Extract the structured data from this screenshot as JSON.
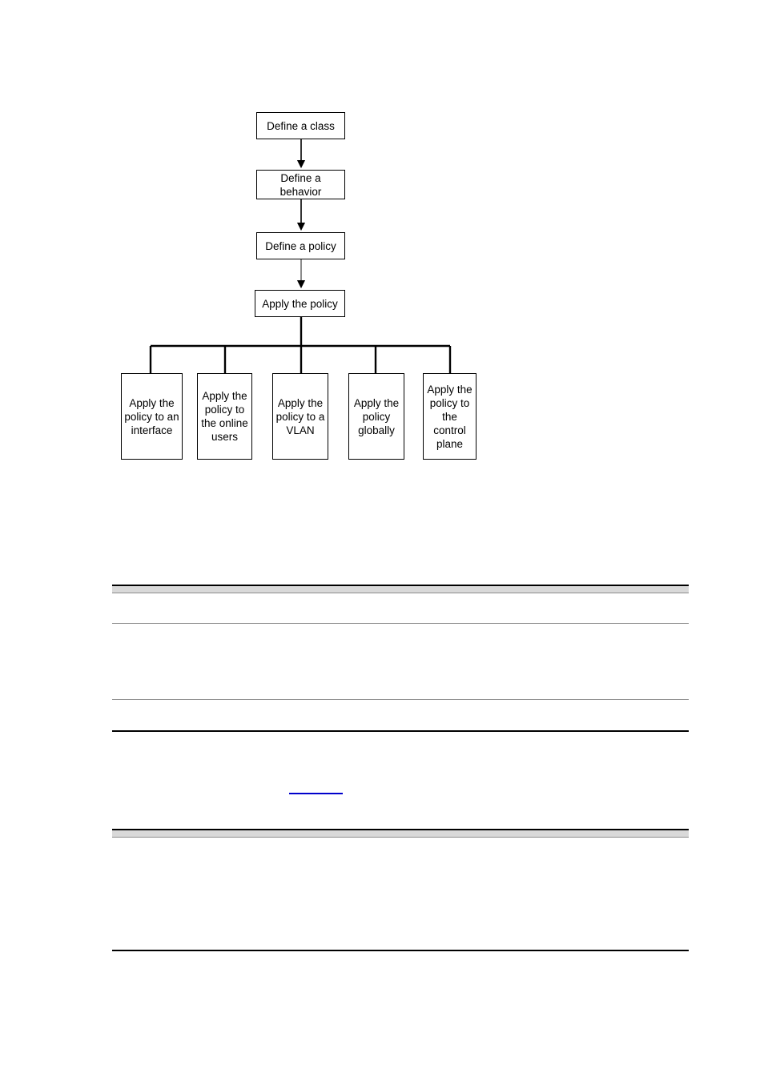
{
  "page": {
    "background_color": "#ffffff",
    "text_color": "#000000"
  },
  "flowchart": {
    "title": "",
    "type": "process-flow-tree",
    "colors": {
      "node_border": "#000000",
      "node_fill": "#ffffff",
      "connector": "#000000"
    },
    "chain": [
      {
        "id": "define-class",
        "label": "Define a class"
      },
      {
        "id": "define-behavior",
        "label": "Define a behavior"
      },
      {
        "id": "define-policy",
        "label": "Define a policy"
      },
      {
        "id": "apply-policy",
        "label": "Apply the policy"
      }
    ],
    "branches": [
      {
        "id": "apply-interface",
        "label": "Apply the policy to an interface"
      },
      {
        "id": "apply-online",
        "label": "Apply the policy to the online users"
      },
      {
        "id": "apply-vlan",
        "label": "Apply the policy to a VLAN"
      },
      {
        "id": "apply-global",
        "label": "Apply the policy globally"
      },
      {
        "id": "apply-control",
        "label": "Apply the policy to the control plane"
      }
    ]
  },
  "table_one": {
    "header_fill": "#d9d9d9",
    "columns": [
      "",
      "",
      ""
    ],
    "rows": [
      [
        "",
        "",
        ""
      ],
      [
        "",
        "",
        ""
      ],
      [
        "",
        "",
        ""
      ]
    ]
  },
  "cross_reference": {
    "link_text": "",
    "color": "#0000cc"
  },
  "table_two": {
    "header_fill": "#d9d9d9",
    "columns": [
      "",
      ""
    ],
    "rows": [
      [
        "",
        ""
      ]
    ]
  }
}
